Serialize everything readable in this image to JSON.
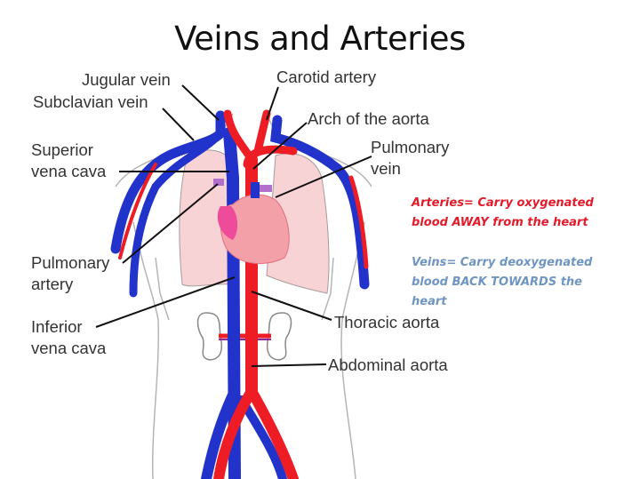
{
  "title": "Veins and Arteries",
  "labels": {
    "jugular_vein": "Jugular vein",
    "subclavian_vein": "Subclavian vein",
    "superior_vena_cava_line1": "Superior",
    "superior_vena_cava_line2": "vena cava",
    "pulmonary_artery_line1": "Pulmonary",
    "pulmonary_artery_line2": "artery",
    "inferior_vena_cava_line1": "Inferior",
    "inferior_vena_cava_line2": "vena cava",
    "carotid_artery": "Carotid artery",
    "arch_of_aorta": "Arch of the aorta",
    "pulmonary_vein_line1": "Pulmonary",
    "pulmonary_vein_line2": "vein",
    "thoracic_aorta": "Thoracic aorta",
    "abdominal_aorta": "Abdominal aorta"
  },
  "notes": {
    "arteries_line1": "Arteries= Carry oxygenated",
    "arteries_line2": "blood AWAY from the heart",
    "veins_line1": "Veins= Carry deoxygenated",
    "veins_line2": "blood BACK TOWARDS the",
    "veins_line3": "heart"
  },
  "colors": {
    "artery": "#ee1c25",
    "vein": "#2233cc",
    "lung": "#f8d3d6",
    "heart": "#f4a0a8",
    "arteries_note": "#e21b2b",
    "veins_note": "#6f95c2"
  }
}
